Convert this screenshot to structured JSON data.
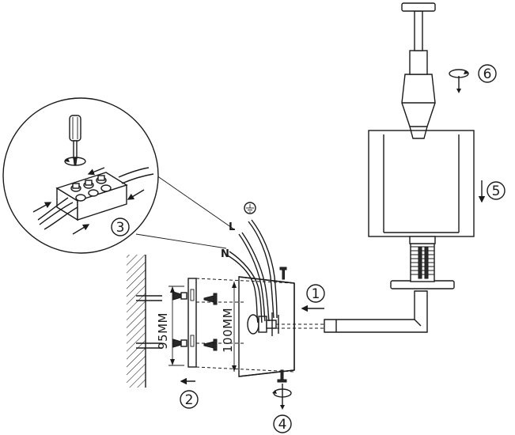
{
  "steps": {
    "step1": "1",
    "step2": "2",
    "step3": "3",
    "step4": "4",
    "step5": "5",
    "step6": "6"
  },
  "dimensions": {
    "outer_spacing": "95MM",
    "inner_spacing": "100MM"
  },
  "wires": {
    "neutral": "N",
    "live": "L"
  },
  "icons": {
    "ground": "ground-symbol-icon",
    "rotate": "rotate-arrow-icon",
    "screwdriver": "screwdriver-icon",
    "screw": "screw-icon"
  }
}
